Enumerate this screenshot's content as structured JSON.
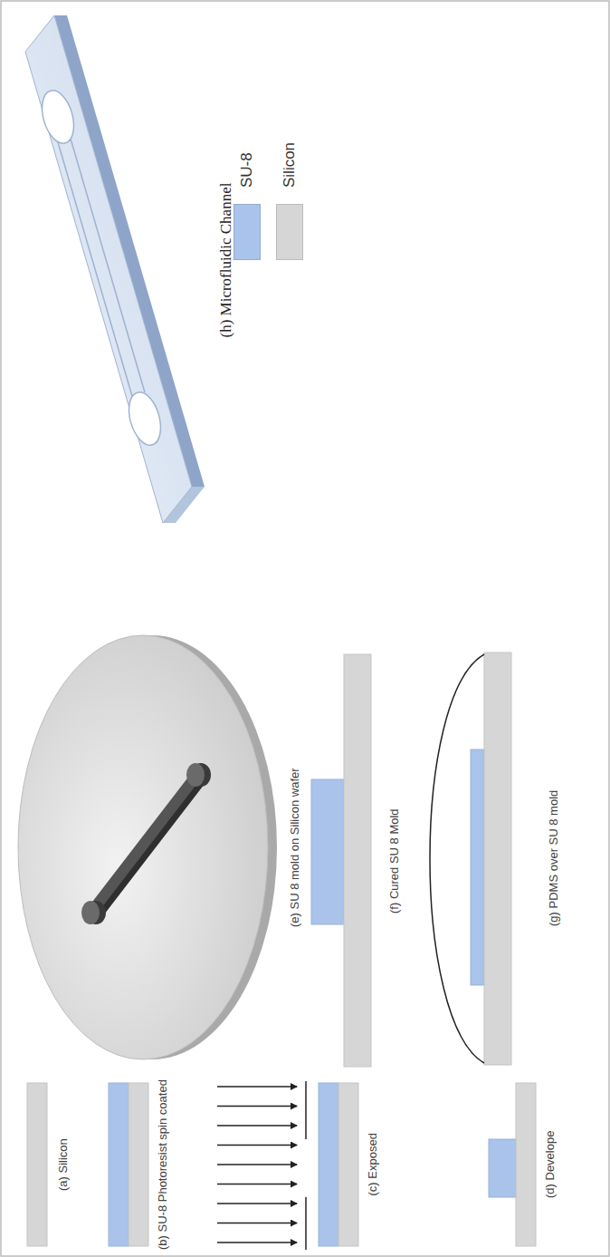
{
  "diagram": {
    "labels": [
      "(a) Silicon",
      "(b) SU-8 Photoresist spin coated",
      "(c) Exposed",
      "(d) Develope",
      "(e) SU 8 mold on Silicon wafer",
      "(f) Cured SU 8 Mold",
      "(g) PDMS over SU 8 mold",
      "(h) Microfluidic Channel"
    ],
    "legend": [
      {
        "text": "SU-8",
        "color": "#a9c3ea"
      },
      {
        "text": "Silicon",
        "color": "#d6d6d6"
      }
    ]
  }
}
